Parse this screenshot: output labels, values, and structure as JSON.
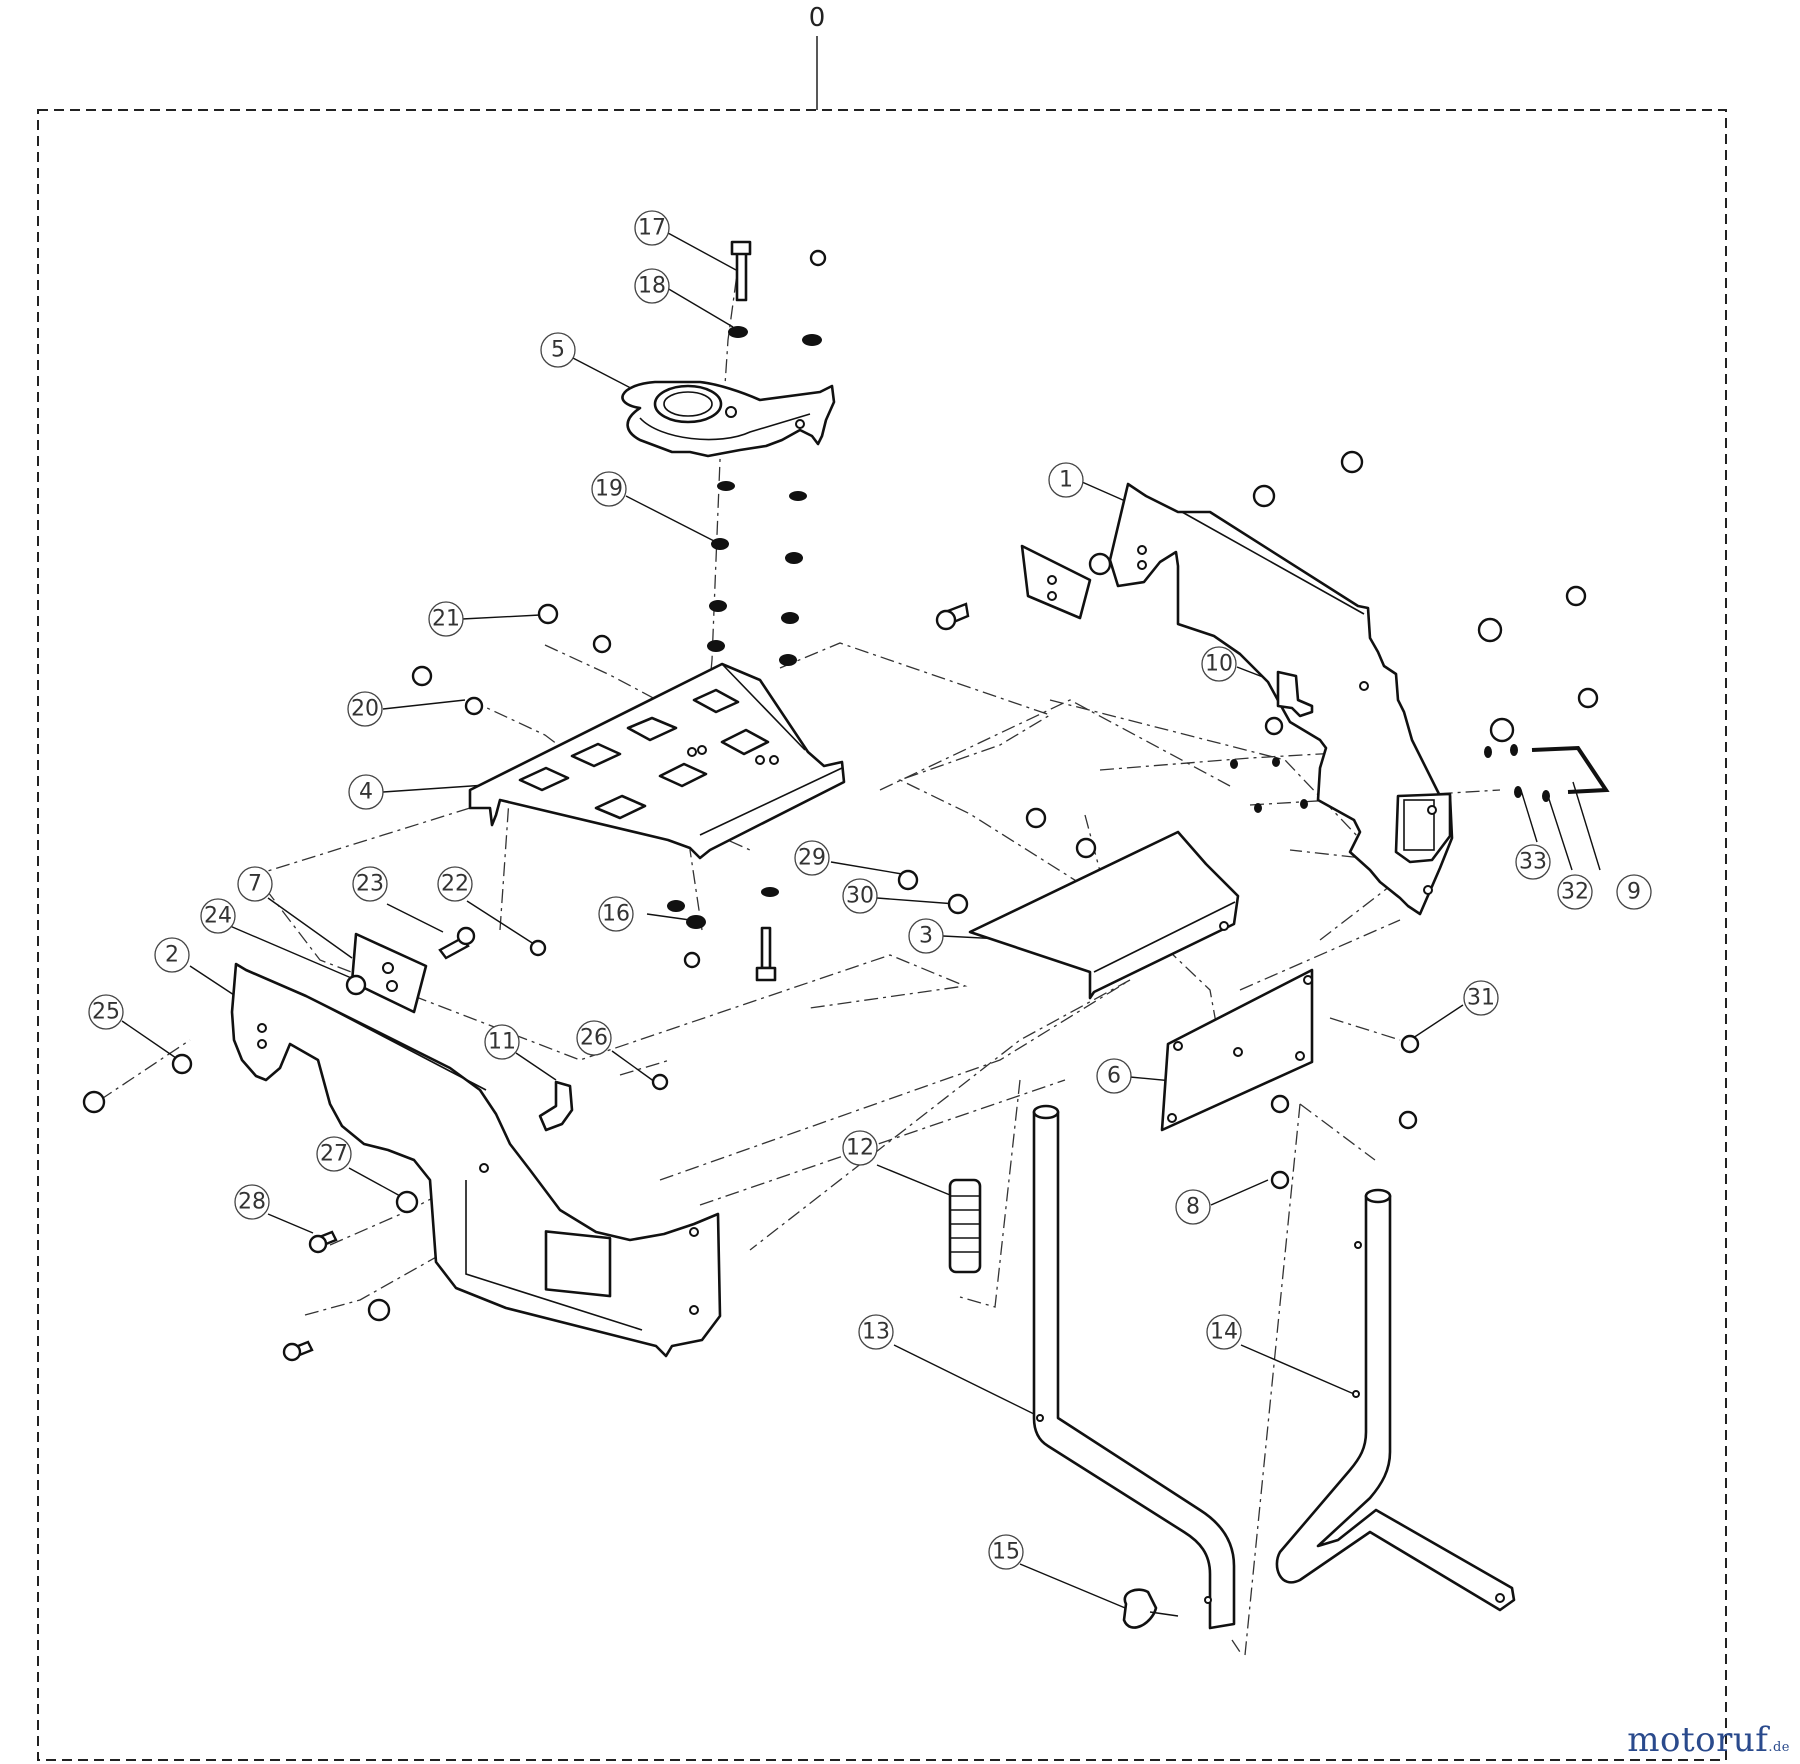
{
  "assembly_number": "0",
  "callouts": [
    "1",
    "2",
    "3",
    "4",
    "5",
    "6",
    "7",
    "8",
    "9",
    "10",
    "11",
    "12",
    "13",
    "14",
    "15",
    "16",
    "17",
    "18",
    "19",
    "20",
    "21",
    "22",
    "23",
    "24",
    "25",
    "26",
    "27",
    "28",
    "29",
    "30",
    "31",
    "32",
    "33"
  ],
  "watermark": {
    "text_main": "motoruf",
    "text_suffix": ".de",
    "color": "#2a4a8c"
  }
}
